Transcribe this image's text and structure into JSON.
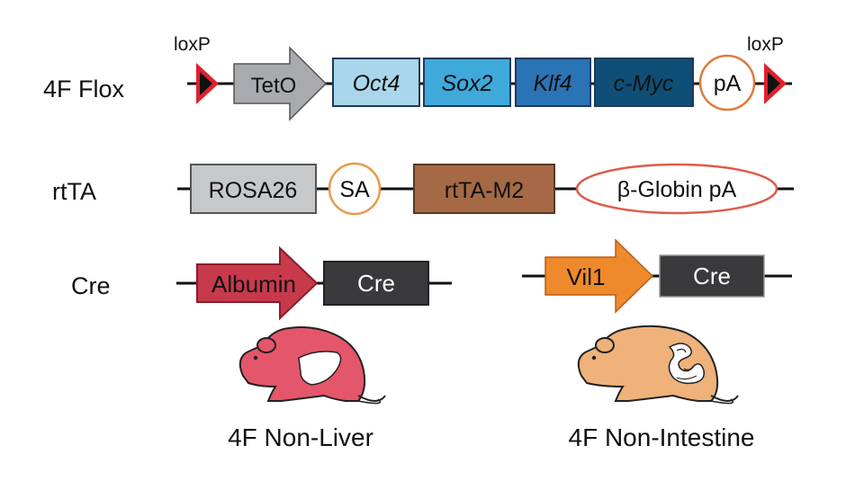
{
  "rows": {
    "flox": {
      "label": "4F Flox",
      "loxp_left": "loxP",
      "loxp_right": "loxP",
      "promoter": "TetO",
      "genes": [
        {
          "name": "Oct4",
          "color": "#a9d6ea"
        },
        {
          "name": "Sox2",
          "color": "#3fa9d9"
        },
        {
          "name": "Klf4",
          "color": "#2a73b5"
        },
        {
          "name": "c-Myc",
          "color": "#0f4f77"
        }
      ],
      "polyA": "pA"
    },
    "rtta": {
      "label": "rtTA",
      "locus": "ROSA26",
      "splice": "SA",
      "transactivator": "rtTA-M2",
      "polyA": "β-Globin pA"
    },
    "cre": {
      "label": "Cre",
      "liver_promoter": "Albumin",
      "liver_cre": "Cre",
      "intestine_promoter": "Vil1",
      "intestine_cre": "Cre"
    }
  },
  "mice": {
    "liver_caption": "4F Non-Liver",
    "intestine_caption": "4F Non-Intestine"
  },
  "colors": {
    "loxp": "#e0212b",
    "promoter_gray": "#a9aaad",
    "rosa_gray": "#c7c8ca",
    "pA_outline": "#e07a3c",
    "rtta_brown": "#a56a45",
    "albumin_red": "#c73a4c",
    "vil1_orange": "#ee8a2c",
    "cre_dark": "#3a3a3c",
    "liver_mouse": "#e4566a",
    "intestine_mouse": "#eeb27a"
  }
}
